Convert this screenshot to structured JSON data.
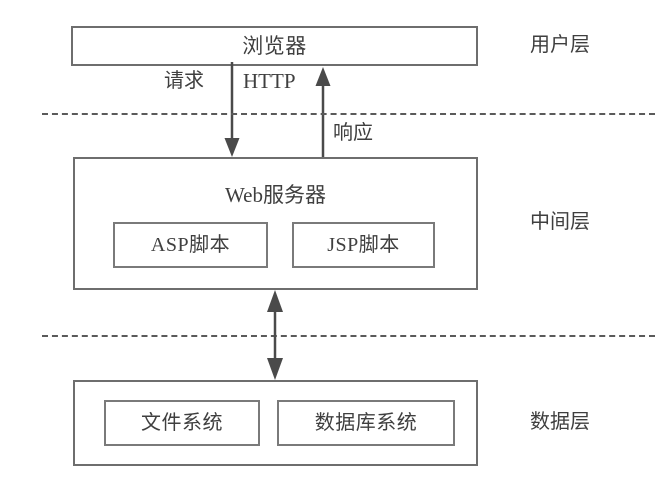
{
  "diagram": {
    "title_note": "three-tier web architecture diagram",
    "tiers": [
      {
        "name": "用户层"
      },
      {
        "name": "中间层"
      },
      {
        "name": "数据层"
      }
    ],
    "user_tier": {
      "box_label": "浏览器"
    },
    "middle_tier": {
      "box_label": "Web服务器",
      "components": [
        {
          "label": "ASP脚本"
        },
        {
          "label": "JSP脚本"
        }
      ]
    },
    "data_tier": {
      "components": [
        {
          "label": "文件系统"
        },
        {
          "label": "数据库系统"
        }
      ]
    },
    "connections": {
      "request_label": "请求",
      "protocol_label": "HTTP",
      "response_label": "响应"
    },
    "colors": {
      "background": "#ffffff",
      "box_border": "#6e6e6e",
      "inner_border": "#7a7a7a",
      "text": "#3f3f3f",
      "arrow": "#4a4a4a",
      "dashed": "#5a5a5a"
    }
  }
}
